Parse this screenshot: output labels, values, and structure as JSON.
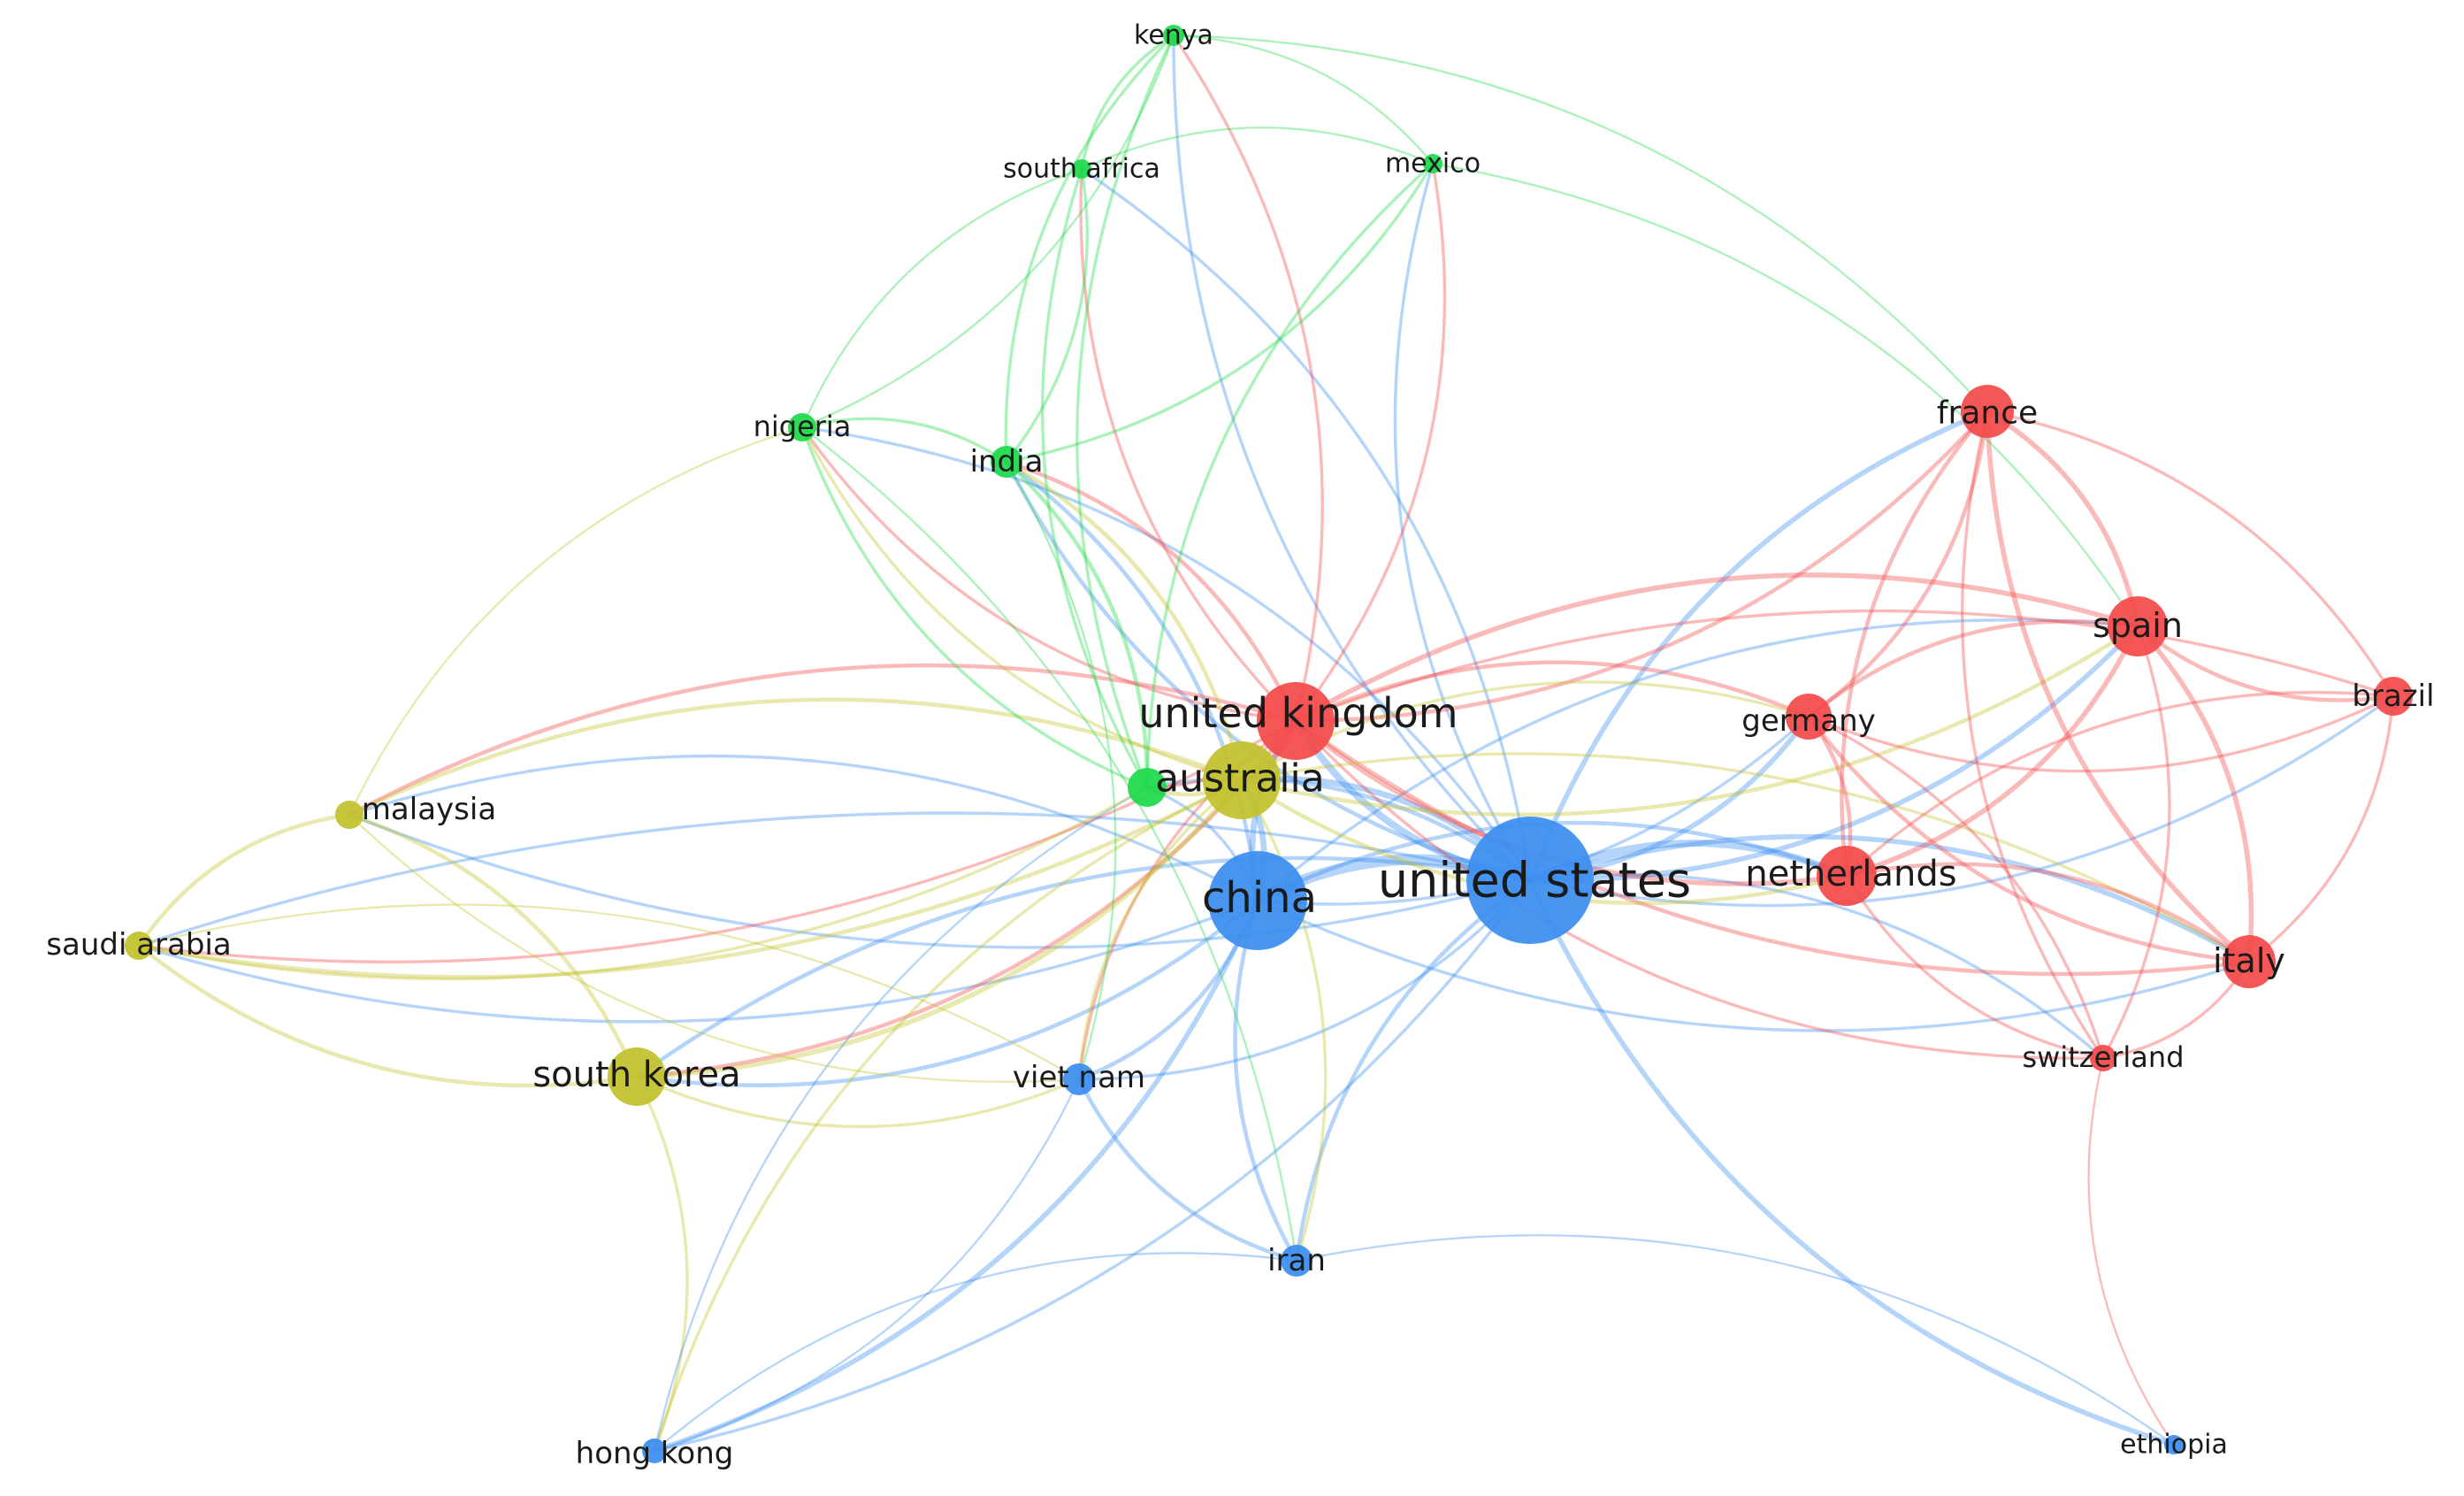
{
  "clusters": {
    "red": "#f44a4a",
    "green": "#1fd94a",
    "blue": "#3b8ef0",
    "yellow": "#c2c22e"
  },
  "nodes": [
    {
      "id": "united-states",
      "label": "united states",
      "cluster": "blue"
    },
    {
      "id": "china",
      "label": "china",
      "cluster": "blue"
    },
    {
      "id": "united-kingdom",
      "label": "united kingdom",
      "cluster": "red"
    },
    {
      "id": "australia",
      "label": "australia",
      "cluster": "yellow"
    },
    {
      "id": "netherlands",
      "label": "netherlands",
      "cluster": "red"
    },
    {
      "id": "germany",
      "label": "germany",
      "cluster": "red"
    },
    {
      "id": "france",
      "label": "france",
      "cluster": "red"
    },
    {
      "id": "spain",
      "label": "spain",
      "cluster": "red"
    },
    {
      "id": "italy",
      "label": "italy",
      "cluster": "red"
    },
    {
      "id": "brazil",
      "label": "brazil",
      "cluster": "red"
    },
    {
      "id": "switzerland",
      "label": "switzerland",
      "cluster": "red"
    },
    {
      "id": "south-korea",
      "label": "south korea",
      "cluster": "yellow"
    },
    {
      "id": "malaysia",
      "label": "malaysia",
      "cluster": "yellow"
    },
    {
      "id": "saudi-arabia",
      "label": "saudi arabia",
      "cluster": "yellow"
    },
    {
      "id": "india",
      "label": "india",
      "cluster": "green"
    },
    {
      "id": "nigeria",
      "label": "nigeria",
      "cluster": "green"
    },
    {
      "id": "kenya",
      "label": "kenya",
      "cluster": "green"
    },
    {
      "id": "south-africa",
      "label": "south africa",
      "cluster": "green"
    },
    {
      "id": "mexico",
      "label": "mexico",
      "cluster": "green"
    },
    {
      "id": "bangladesh",
      "label": "",
      "cluster": "green"
    },
    {
      "id": "viet-nam",
      "label": "viet nam",
      "cluster": "blue"
    },
    {
      "id": "iran",
      "label": "iran",
      "cluster": "blue"
    },
    {
      "id": "hong-kong",
      "label": "hong kong",
      "cluster": "blue"
    },
    {
      "id": "ethiopia",
      "label": "ethiopia",
      "cluster": "blue"
    }
  ],
  "links": [
    [
      "united-states",
      "china",
      10
    ],
    [
      "united-states",
      "united-kingdom",
      6
    ],
    [
      "united-states",
      "australia",
      5
    ],
    [
      "united-states",
      "netherlands",
      6
    ],
    [
      "united-states",
      "germany",
      4
    ],
    [
      "united-states",
      "france",
      4
    ],
    [
      "united-states",
      "spain",
      4
    ],
    [
      "united-states",
      "italy",
      4
    ],
    [
      "united-states",
      "brazil",
      2
    ],
    [
      "united-states",
      "switzerland",
      2
    ],
    [
      "united-states",
      "south-korea",
      3
    ],
    [
      "united-states",
      "malaysia",
      2
    ],
    [
      "united-states",
      "saudi-arabia",
      2
    ],
    [
      "united-states",
      "india",
      3
    ],
    [
      "united-states",
      "nigeria",
      2
    ],
    [
      "united-states",
      "kenya",
      2
    ],
    [
      "united-states",
      "south-africa",
      2
    ],
    [
      "united-states",
      "mexico",
      2
    ],
    [
      "united-states",
      "bangladesh",
      3
    ],
    [
      "united-states",
      "viet-nam",
      2
    ],
    [
      "united-states",
      "iran",
      3
    ],
    [
      "united-states",
      "hong-kong",
      2
    ],
    [
      "united-states",
      "ethiopia",
      4
    ],
    [
      "china",
      "united-kingdom",
      5
    ],
    [
      "china",
      "australia",
      5
    ],
    [
      "china",
      "netherlands",
      3
    ],
    [
      "china",
      "germany",
      2
    ],
    [
      "china",
      "south-korea",
      3
    ],
    [
      "china",
      "malaysia",
      2
    ],
    [
      "china",
      "saudi-arabia",
      2
    ],
    [
      "china",
      "india",
      3
    ],
    [
      "china",
      "viet-nam",
      3
    ],
    [
      "china",
      "iran",
      3
    ],
    [
      "china",
      "hong-kong",
      4
    ],
    [
      "china",
      "bangladesh",
      2
    ],
    [
      "china",
      "spain",
      2
    ],
    [
      "china",
      "italy",
      2
    ],
    [
      "united-kingdom",
      "australia",
      5
    ],
    [
      "united-kingdom",
      "netherlands",
      4
    ],
    [
      "united-kingdom",
      "germany",
      3
    ],
    [
      "united-kingdom",
      "france",
      3
    ],
    [
      "united-kingdom",
      "spain",
      4
    ],
    [
      "united-kingdom",
      "italy",
      3
    ],
    [
      "united-kingdom",
      "brazil",
      2
    ],
    [
      "united-kingdom",
      "switzerland",
      2
    ],
    [
      "united-kingdom",
      "south-korea",
      3
    ],
    [
      "united-kingdom",
      "malaysia",
      3
    ],
    [
      "united-kingdom",
      "saudi-arabia",
      2
    ],
    [
      "united-kingdom",
      "india",
      3
    ],
    [
      "united-kingdom",
      "nigeria",
      2
    ],
    [
      "united-kingdom",
      "kenya",
      2
    ],
    [
      "united-kingdom",
      "south-africa",
      2
    ],
    [
      "united-kingdom",
      "mexico",
      2
    ],
    [
      "united-kingdom",
      "bangladesh",
      2
    ],
    [
      "united-kingdom",
      "viet-nam",
      2
    ],
    [
      "australia",
      "south-korea",
      4
    ],
    [
      "australia",
      "malaysia",
      3
    ],
    [
      "australia",
      "saudi-arabia",
      3
    ],
    [
      "australia",
      "netherlands",
      3
    ],
    [
      "australia",
      "germany",
      2
    ],
    [
      "australia",
      "spain",
      3
    ],
    [
      "australia",
      "italy",
      2
    ],
    [
      "australia",
      "india",
      3
    ],
    [
      "australia",
      "nigeria",
      2
    ],
    [
      "australia",
      "viet-nam",
      2
    ],
    [
      "australia",
      "iran",
      2
    ],
    [
      "australia",
      "hong-kong",
      2
    ],
    [
      "australia",
      "bangladesh",
      3
    ],
    [
      "netherlands",
      "germany",
      3
    ],
    [
      "netherlands",
      "france",
      3
    ],
    [
      "netherlands",
      "spain",
      4
    ],
    [
      "netherlands",
      "italy",
      3
    ],
    [
      "netherlands",
      "switzerland",
      2
    ],
    [
      "netherlands",
      "brazil",
      2
    ],
    [
      "germany",
      "france",
      3
    ],
    [
      "germany",
      "spain",
      3
    ],
    [
      "germany",
      "italy",
      3
    ],
    [
      "germany",
      "switzerland",
      2
    ],
    [
      "germany",
      "brazil",
      2
    ],
    [
      "france",
      "spain",
      4
    ],
    [
      "france",
      "italy",
      4
    ],
    [
      "france",
      "brazil",
      2
    ],
    [
      "france",
      "switzerland",
      2
    ],
    [
      "spain",
      "italy",
      4
    ],
    [
      "spain",
      "brazil",
      3
    ],
    [
      "spain",
      "switzerland",
      2
    ],
    [
      "italy",
      "brazil",
      2
    ],
    [
      "italy",
      "switzerland",
      2
    ],
    [
      "south-korea",
      "malaysia",
      3
    ],
    [
      "south-korea",
      "saudi-arabia",
      3
    ],
    [
      "south-korea",
      "viet-nam",
      2
    ],
    [
      "south-korea",
      "hong-kong",
      2
    ],
    [
      "malaysia",
      "saudi-arabia",
      3
    ],
    [
      "malaysia",
      "nigeria",
      1
    ],
    [
      "india",
      "nigeria",
      2
    ],
    [
      "india",
      "bangladesh",
      3
    ],
    [
      "india",
      "south-africa",
      2
    ],
    [
      "india",
      "kenya",
      2
    ],
    [
      "india",
      "mexico",
      2
    ],
    [
      "india",
      "viet-nam",
      1
    ],
    [
      "nigeria",
      "bangladesh",
      2
    ],
    [
      "nigeria",
      "south-africa",
      1
    ],
    [
      "nigeria",
      "kenya",
      1
    ],
    [
      "nigeria",
      "iran",
      1
    ],
    [
      "kenya",
      "south-africa",
      2
    ],
    [
      "kenya",
      "mexico",
      1
    ],
    [
      "kenya",
      "bangladesh",
      2
    ],
    [
      "kenya",
      "france",
      1
    ],
    [
      "south-africa",
      "bangladesh",
      2
    ],
    [
      "south-africa",
      "mexico",
      1
    ],
    [
      "mexico",
      "bangladesh",
      2
    ],
    [
      "mexico",
      "spain",
      1
    ],
    [
      "viet-nam",
      "iran",
      3
    ],
    [
      "viet-nam",
      "hong-kong",
      1
    ],
    [
      "iran",
      "hong-kong",
      1
    ],
    [
      "iran",
      "ethiopia",
      1
    ],
    [
      "switzerland",
      "ethiopia",
      1
    ],
    [
      "hong-kong",
      "bangladesh",
      1
    ],
    [
      "saudi-arabia",
      "bangladesh",
      2
    ],
    [
      "saudi-arabia",
      "viet-nam",
      1
    ],
    [
      "malaysia",
      "viet-nam",
      1
    ]
  ]
}
